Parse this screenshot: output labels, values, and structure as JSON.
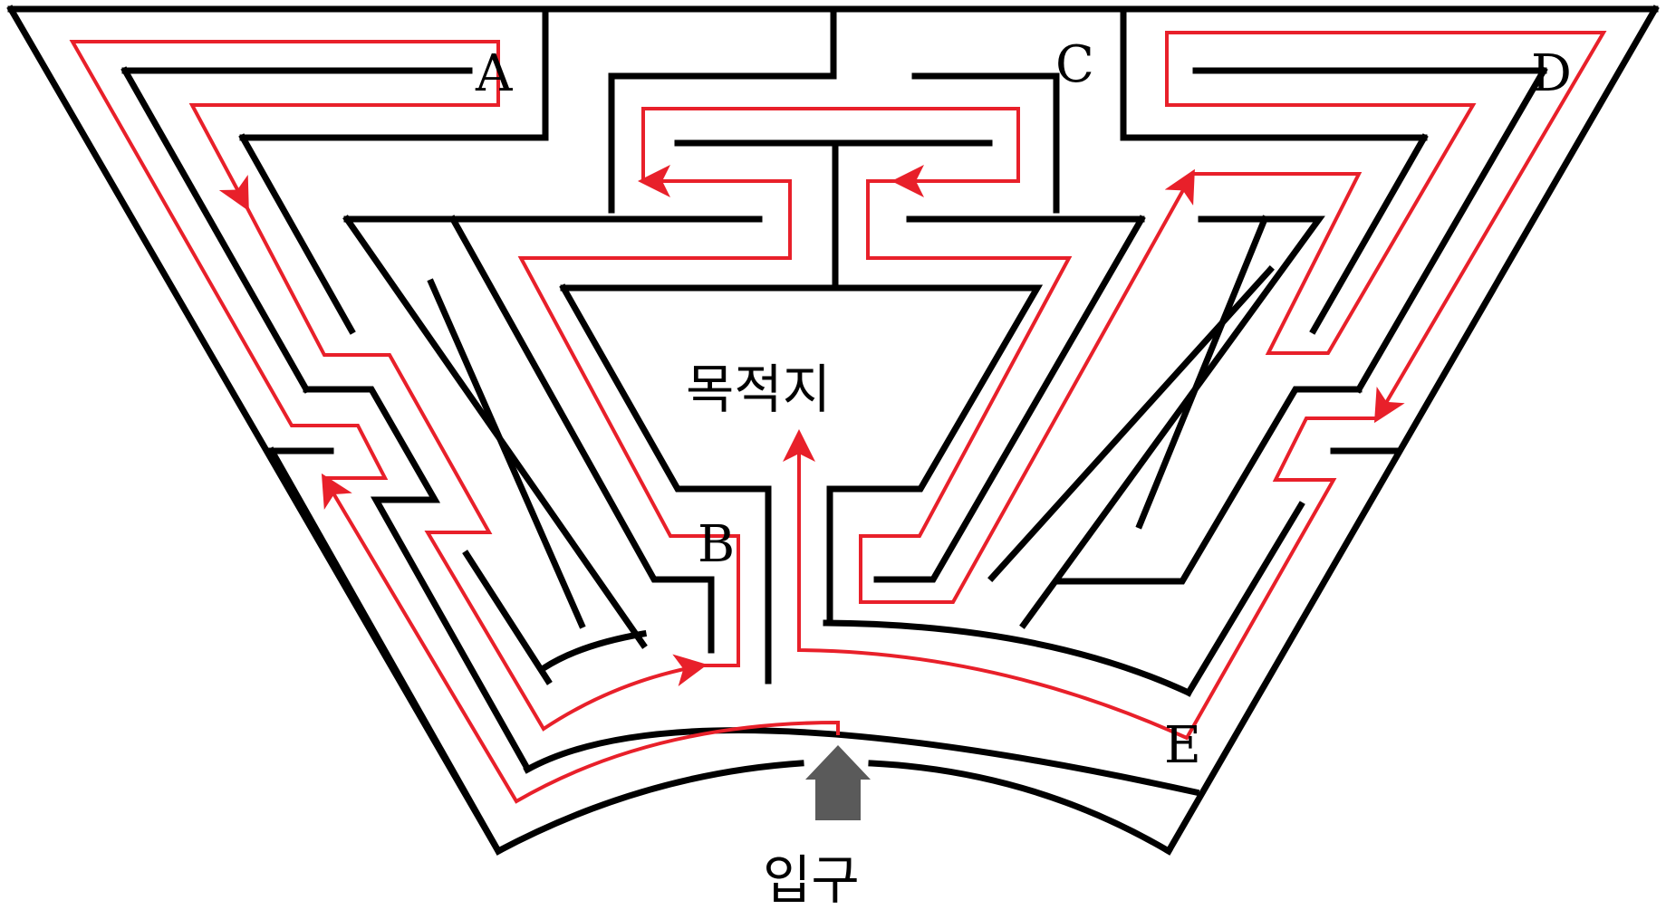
{
  "labels": {
    "a": "A",
    "b": "B",
    "c": "C",
    "d": "D",
    "e": "E",
    "destination": "목적지",
    "entrance": "입구"
  },
  "colors": {
    "wall": "#000000",
    "route": "#e8202a",
    "entrance_arrow": "#5a5a5a",
    "background": "#ffffff"
  }
}
